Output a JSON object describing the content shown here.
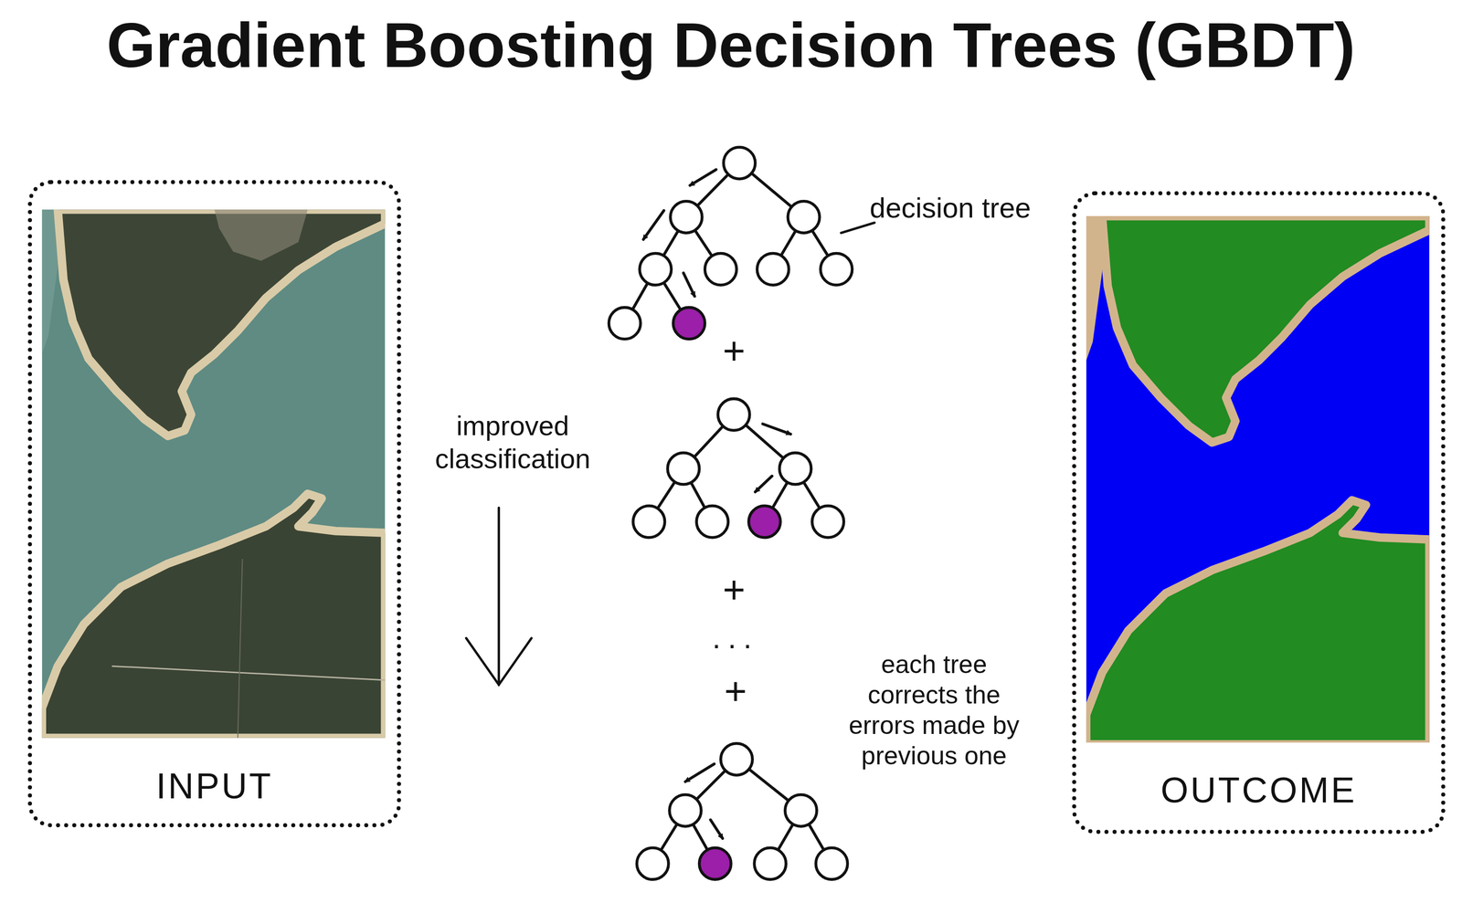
{
  "diagram": {
    "title": "Gradient Boosting Decision Trees (GBDT)",
    "nodes": [
      {
        "text": [
          "INPUT"
        ]
      },
      {
        "text": [
          "OUTCOME"
        ]
      }
    ],
    "labels": [
      "decision tree",
      "+",
      "improved classification",
      "+",
      "...",
      "+",
      "each tree corrects the errors made by previous one"
    ]
  }
}
